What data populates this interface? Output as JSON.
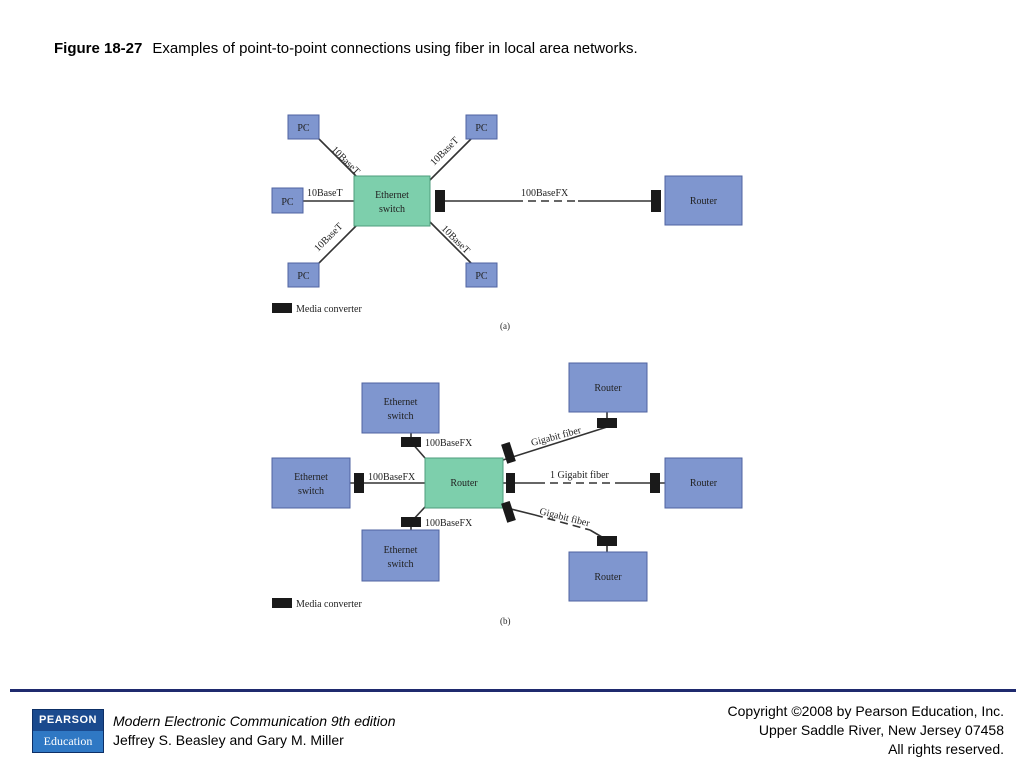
{
  "figure": {
    "number": "Figure 18-27",
    "caption": "Examples of point-to-point connections using fiber in local area networks."
  },
  "diagram_a": {
    "pc_label": "PC",
    "hub_line1": "Ethernet",
    "hub_line2": "switch",
    "router_label": "Router",
    "link_10baset": "10BaseT",
    "link_100basefx": "100BaseFX",
    "legend": "Media converter",
    "sublabel": "(a)"
  },
  "diagram_b": {
    "hub_label": "Router",
    "switch_line1": "Ethernet",
    "switch_line2": "switch",
    "router_label": "Router",
    "link_100basefx": "100BaseFX",
    "link_gigabit": "Gigabit fiber",
    "link_1gigabit": "1 Gigabit fiber",
    "legend": "Media converter",
    "sublabel": "(b)"
  },
  "colors": {
    "box": "#7f96cf",
    "hub": "#7dcfac",
    "converter": "#1a1a1a",
    "footer_rule": "#1f2a6e"
  },
  "footer": {
    "logo_top": "PEARSON",
    "logo_bottom": "Education",
    "book_title": "Modern Electronic Communication 9th edition",
    "authors": "Jeffrey S. Beasley and Gary M. Miller",
    "copyright": "Copyright ©2008 by Pearson Education, Inc.",
    "address": "Upper Saddle River, New Jersey 07458",
    "rights": "All rights reserved."
  }
}
